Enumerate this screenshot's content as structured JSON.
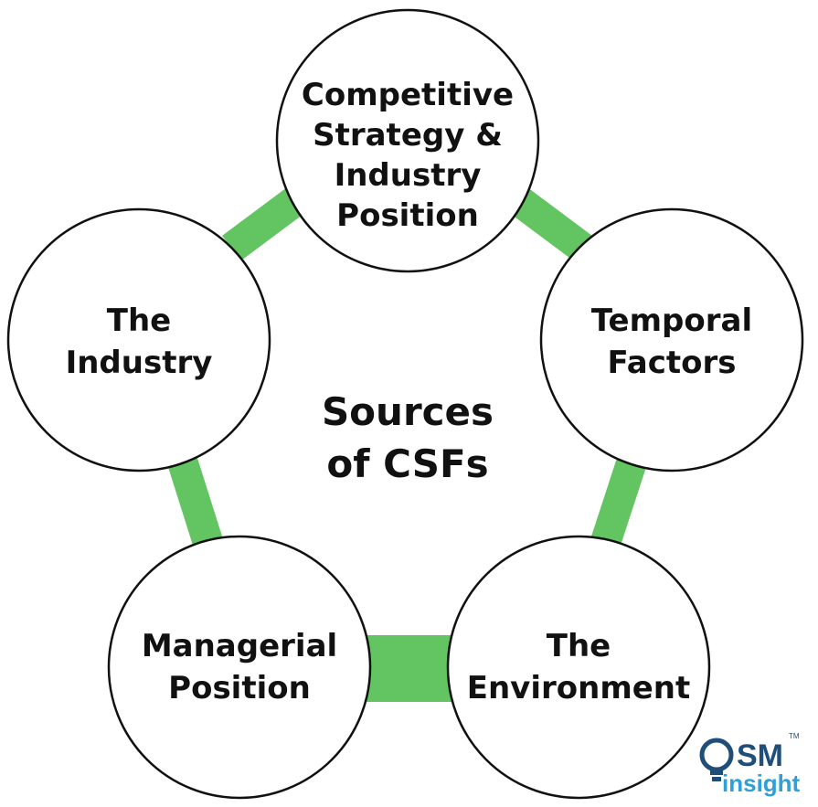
{
  "center": {
    "line1": "Sources",
    "line2": "of CSFs"
  },
  "nodes": {
    "competitive": [
      "Competitive",
      "Strategy &",
      "Industry",
      "Position"
    ],
    "temporal": [
      "Temporal",
      "Factors"
    ],
    "environment": [
      "The",
      "Environment"
    ],
    "managerial": [
      "Managerial",
      "Position"
    ],
    "industry": [
      "The",
      "Industry"
    ]
  },
  "logo": {
    "sm": "SM",
    "insight": "insight",
    "tm": "TM"
  },
  "colors": {
    "connector": "#63c462",
    "logo_dark": "#1f4e79",
    "logo_light": "#2e9fd8"
  }
}
